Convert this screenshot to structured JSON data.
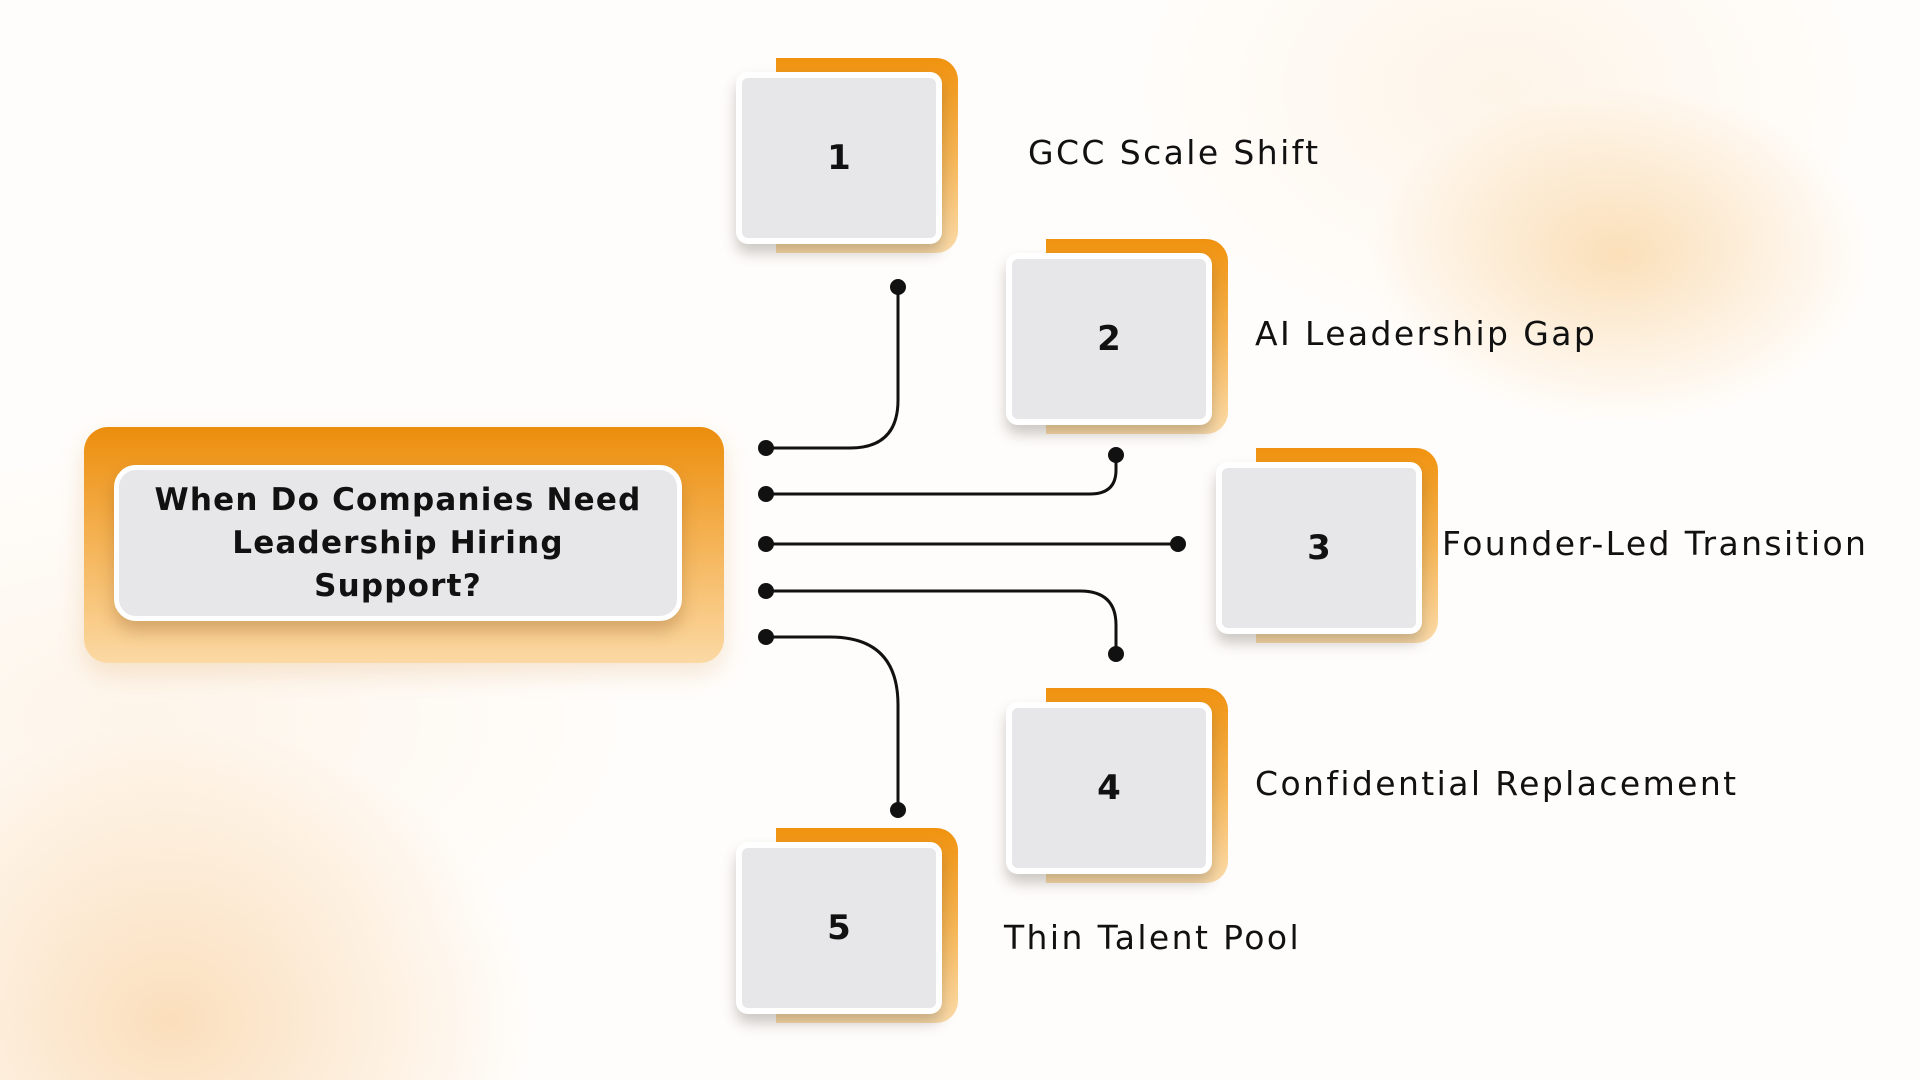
{
  "hub": {
    "title": "When Do Companies Need Leadership Hiring Support?"
  },
  "steps": [
    {
      "number": "1",
      "label": "GCC Scale Shift"
    },
    {
      "number": "2",
      "label": "AI Leadership Gap"
    },
    {
      "number": "3",
      "label": "Founder-Led Transition"
    },
    {
      "number": "4",
      "label": "Confidential Replacement"
    },
    {
      "number": "5",
      "label": "Thin Talent Pool"
    }
  ],
  "colors": {
    "accent_orange": "#f0920f",
    "accent_light": "#fcdcaa",
    "tile_gray": "#e7e7e9",
    "text": "#111111",
    "connector": "#111111"
  }
}
